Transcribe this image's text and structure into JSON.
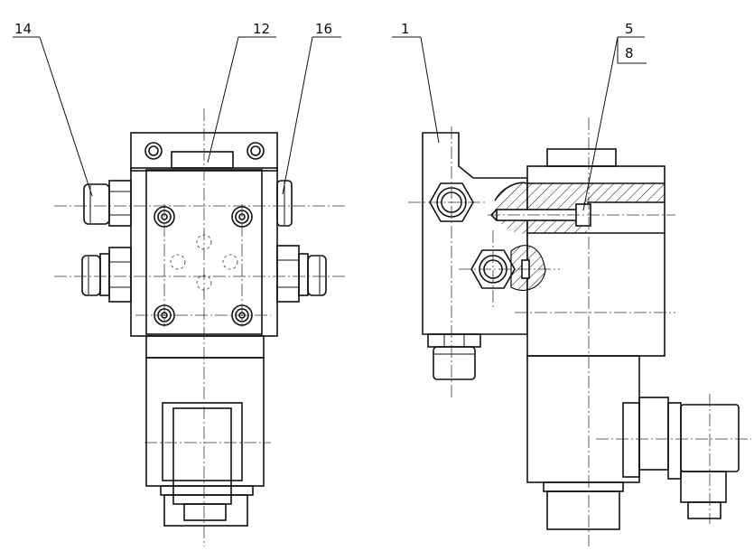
{
  "labels": {
    "part_14": "14",
    "part_12": "12",
    "part_16": "16",
    "part_1": "1",
    "part_5": "5",
    "part_8": "8"
  }
}
